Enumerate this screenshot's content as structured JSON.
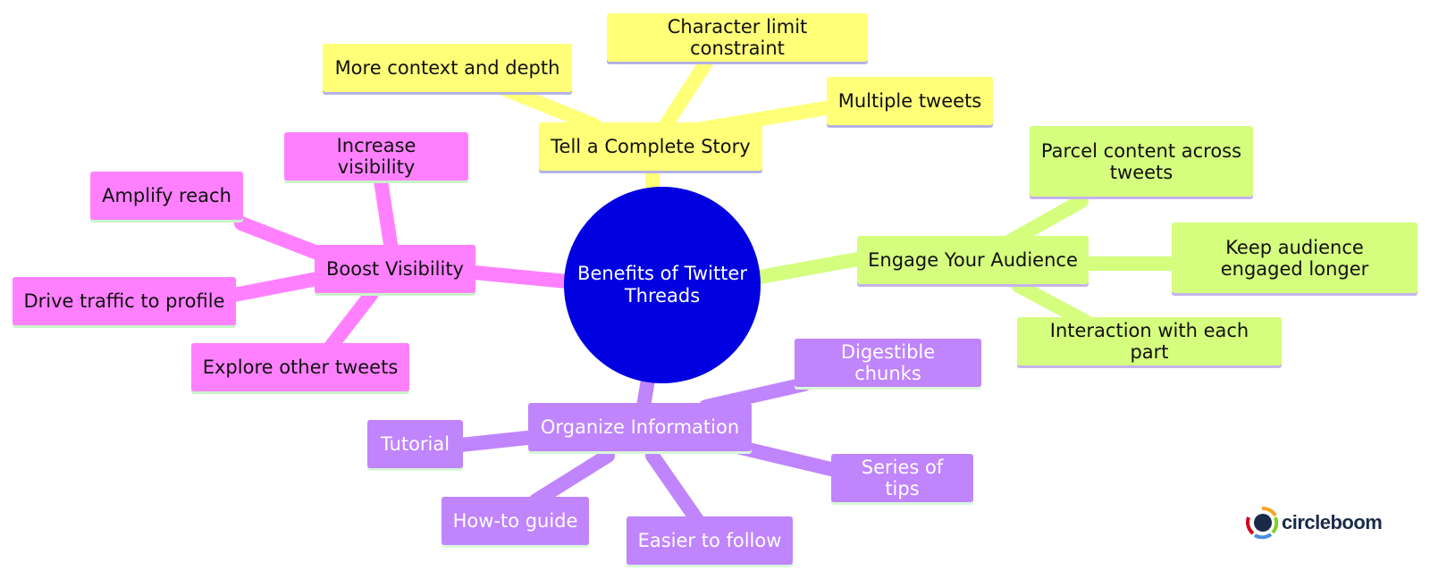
{
  "colors": {
    "center": "#0000e0",
    "story": "#ffff78",
    "audience": "#d5fd7e",
    "visibility": "#ff80ff",
    "organize": "#c084fc"
  },
  "center": "Benefits of Twitter Threads",
  "branches": {
    "story": {
      "label": "Tell a Complete Story",
      "children": [
        "More context and depth",
        "Character limit constraint",
        "Multiple tweets"
      ]
    },
    "audience": {
      "label": "Engage Your Audience",
      "children": [
        "Parcel content across tweets",
        "Keep audience engaged longer",
        "Interaction with each part"
      ]
    },
    "visibility": {
      "label": "Boost Visibility",
      "children": [
        "Increase visibility",
        "Amplify reach",
        "Drive traffic to profile",
        "Explore other tweets"
      ]
    },
    "organize": {
      "label": "Organize Information",
      "children": [
        "Digestible chunks",
        "Tutorial",
        "Series of tips",
        "How-to guide",
        "Easier to follow"
      ]
    }
  },
  "logo": {
    "text": "circleboom",
    "icon": "circleboom-logo-icon"
  }
}
